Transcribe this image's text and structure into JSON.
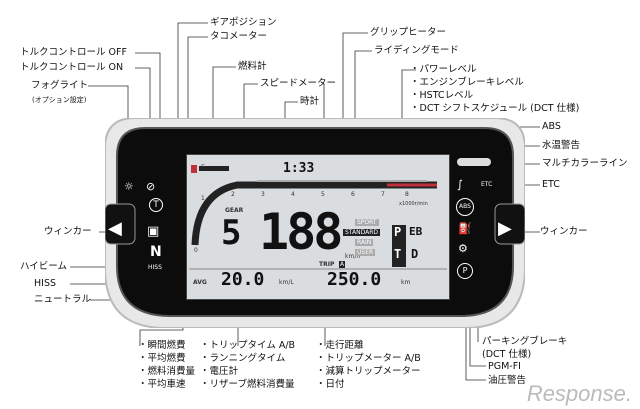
{
  "labels_left": {
    "tc_off": "トルクコントロール OFF",
    "tc_on": "トルクコントロール ON",
    "foglight": "フォグライト",
    "foglight_note": "(オプション設定)",
    "winker_left": "ウィンカー",
    "highbeam": "ハイビーム",
    "hiss": "HISS",
    "neutral": "ニュートラル"
  },
  "labels_top": {
    "gear_position": "ギアポジション",
    "tachometer": "タコメーター",
    "fuel_gauge": "燃料計",
    "speedometer": "スピードメーター",
    "clock": "時計",
    "grip_heater": "グリップヒーター",
    "riding_mode": "ライディングモード",
    "mode_list": [
      "パワーレベル",
      "エンジンブレーキレベル",
      "HSTCレベル",
      "DCT シフトスケジュール (DCT 仕様)"
    ]
  },
  "labels_right": {
    "abs": "ABS",
    "water_temp": "水温警告",
    "multicolor": "マルチカラーライン",
    "etc": "ETC",
    "winker_right": "ウィンカー",
    "parking_brake": "パーキングブレーキ",
    "parking_brake_note": "(DCT 仕様)",
    "pgm_fi": "PGM-FI",
    "oil_warning": "油圧警告"
  },
  "labels_bottom": {
    "col1": [
      "瞬間燃費",
      "平均燃費",
      "燃料消費量",
      "平均車速"
    ],
    "col2": [
      "トリップタイム A/B",
      "ランニングタイム",
      "電圧計",
      "リザーブ燃料消費量"
    ],
    "col3": [
      "走行距離",
      "トリップメーター A/B",
      "減算トリップメーター",
      "日付"
    ]
  },
  "display": {
    "clock": "1:33",
    "gear_label": "GEAR",
    "gear": "5",
    "speed": "188",
    "speed_unit": "km/h",
    "standard": "STANDARD",
    "sport": "SPORT",
    "rain": "RAIN",
    "user": "USER",
    "tacho_unit": "x1000r/min",
    "tacho_ticks": [
      "0",
      "1",
      "2",
      "3",
      "4",
      "5",
      "6",
      "7",
      "8"
    ],
    "fuel_e": "E",
    "avg_label": "AVG",
    "avg_value": "20.0",
    "avg_unit": "km/L",
    "trip_label": "TRIP",
    "trip_sub": "A",
    "trip_value": "250.0",
    "trip_unit": "km",
    "mode_p": "P",
    "mode_eb": "EB",
    "mode_t": "T",
    "mode_d": "D",
    "hiss_text": "HISS",
    "n_text": "N",
    "etc_text": "ETC",
    "abs_text": "ABS"
  },
  "watermark": "Response."
}
